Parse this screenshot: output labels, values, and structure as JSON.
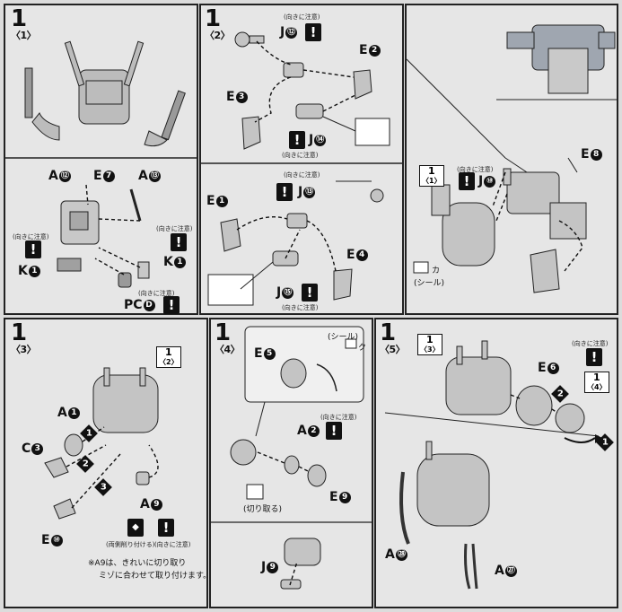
{
  "panel1": {
    "step": "1",
    "sub": "〈1〉",
    "labels": {
      "a12": "A",
      "e7": "E",
      "a13": "A",
      "k1a": "K",
      "k1b": "K",
      "pc": "PC"
    },
    "nums": {
      "a12": "⑫",
      "e7": "7",
      "a13": "⑬",
      "k1a": "1",
      "k1b": "1",
      "pc": "D"
    },
    "note_a": "(向きに注意)",
    "note_b": "(向きに注意)",
    "note_c": "(向きに注意)"
  },
  "panel2": {
    "step": "1",
    "sub": "〈2〉",
    "labels": {
      "j12": "J",
      "e2": "E",
      "e3": "E",
      "j14": "J",
      "e1": "E",
      "j13": "J",
      "e4": "E",
      "j15": "J"
    },
    "nums": {
      "j12": "⑫",
      "e2": "2",
      "e3": "3",
      "j14": "⑭",
      "e1": "1",
      "j13": "⑬",
      "e4": "4",
      "j15": "⑮"
    },
    "note_a": "(向きに注意)",
    "note_b": "(向きに注意)",
    "note_c": "(向きに注意)",
    "note_d": "(向きに注意)"
  },
  "panel_right": {
    "labels": {
      "e8": "E",
      "j10": "J"
    },
    "nums": {
      "e8": "8",
      "j10": "⑩"
    },
    "ref_step": "1",
    "ref_sub": "〈1〉",
    "sticker_code": "カ",
    "sticker_label": "(シール)",
    "note_a": "(向きに注意)"
  },
  "panel3": {
    "step": "1",
    "sub": "〈3〉",
    "ref_step": "1",
    "ref_sub": "〈2〉",
    "labels": {
      "a1": "A",
      "c3": "C",
      "a9": "A",
      "e10": "E"
    },
    "nums": {
      "a1": "1",
      "c3": "3",
      "a9": "9",
      "e10": "⑩"
    },
    "seq": [
      "1",
      "2",
      "3"
    ],
    "note_cut": "(両側削り付ける)",
    "note_dir": "(向きに注意)",
    "footnote_1": "※A9は、きれいに切り取り",
    "footnote_2": "ミゾに合わせて取り付けます。"
  },
  "panel4": {
    "step": "1",
    "sub": "〈4〉",
    "labels": {
      "e5": "E",
      "a2": "A",
      "e9": "E",
      "j9": "J"
    },
    "nums": {
      "e5": "5",
      "a2": "2",
      "e9": "9",
      "j9": "9"
    },
    "sticker_label": "(シール)",
    "sticker_code": "ク",
    "cut_label": "(切り取る)",
    "note_a": "(向きに注意)"
  },
  "panel5": {
    "step": "1",
    "sub": "〈5〉",
    "ref_step_a": "1",
    "ref_sub_a": "〈3〉",
    "ref_step_b": "1",
    "ref_sub_b": "〈4〉",
    "labels": {
      "e6": "E",
      "a28": "A",
      "a27": "A"
    },
    "nums": {
      "e6": "6",
      "a28": "㉘",
      "a27": "㉗"
    },
    "seq": [
      "2",
      "1"
    ],
    "note_a": "(向きに注意)"
  }
}
